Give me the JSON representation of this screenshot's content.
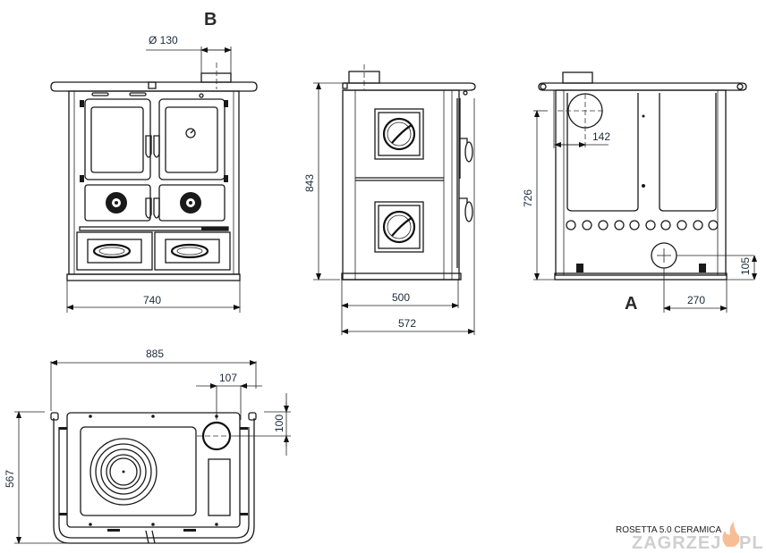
{
  "drawing": {
    "model_name": "ROSETTA 5.0 CERAMICA",
    "watermark": {
      "left": "ZAGRZEJ",
      "right": "PL",
      "flame_color": "#f4a26a"
    },
    "view_labels": {
      "b": "B",
      "a": "A"
    },
    "front_view": {
      "flue_diameter": "Ø 130",
      "width": "740"
    },
    "side_view": {
      "height": "843",
      "depth_body": "500",
      "depth_total": "572"
    },
    "rear_view": {
      "height": "726",
      "flue_offset": "142",
      "air_inlet_height": "105",
      "air_inlet_offset": "270"
    },
    "top_view": {
      "width": "885",
      "flue_x": "107",
      "flue_y": "100",
      "depth": "567"
    }
  }
}
